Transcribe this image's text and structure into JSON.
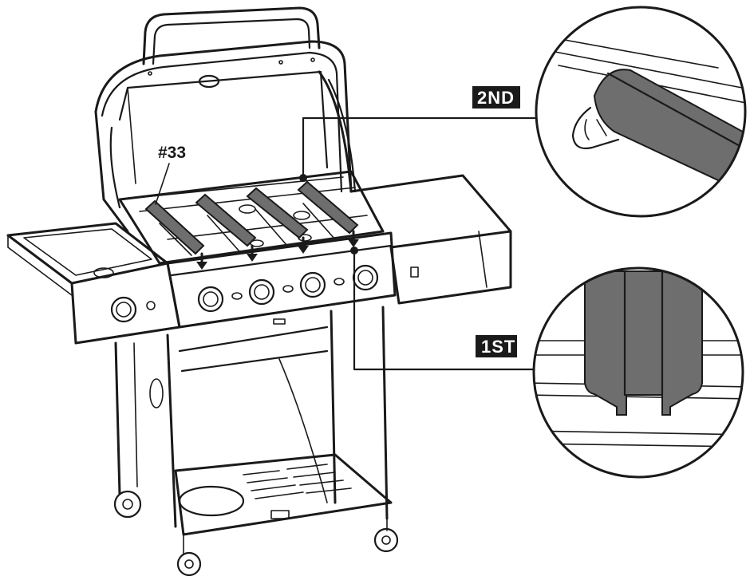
{
  "labels": {
    "part": "#33",
    "second": "2ND",
    "first": "1ST"
  },
  "colors": {
    "line": "#1a1a1a",
    "heat_shield": "#6e6e6e",
    "tag_background": "#1a1a1a",
    "tag_text": "#ffffff"
  },
  "icons": {
    "down_arrow": "arrow-down-icon"
  }
}
